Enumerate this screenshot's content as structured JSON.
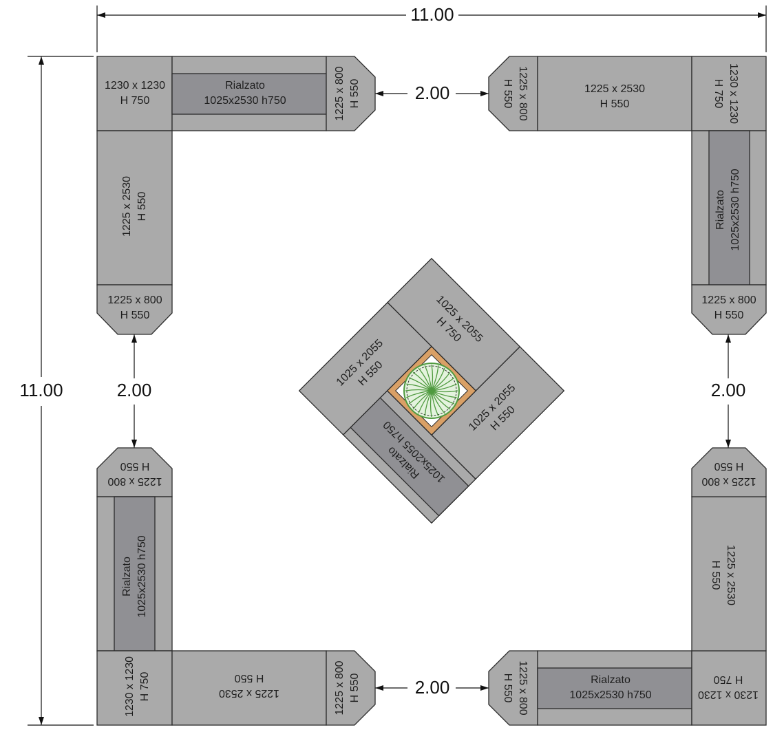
{
  "dimensions": {
    "total_width": "11.00",
    "total_height": "11.00",
    "gap_top": "2.00",
    "gap_bottom": "2.00",
    "gap_left": "2.00",
    "gap_right": "2.00"
  },
  "labels": {
    "corner": [
      "1230 x 1230",
      "H 750"
    ],
    "bench": [
      "1225 x 2530",
      "H 550"
    ],
    "end": [
      "1225 x 800",
      "H 550"
    ],
    "raised": [
      "Rialzato",
      "1025x2530 h750"
    ],
    "center_high": [
      "1025 x 2055",
      "H 750"
    ],
    "center_low": [
      "1025 x 2055",
      "H 550"
    ],
    "center_raised": [
      "Rialzato",
      "1025x2055 h750"
    ]
  },
  "colors": {
    "module": "#aaaaaa",
    "raised": "#909094",
    "planter": "#d9a066",
    "plant": "#4f9a3f"
  }
}
